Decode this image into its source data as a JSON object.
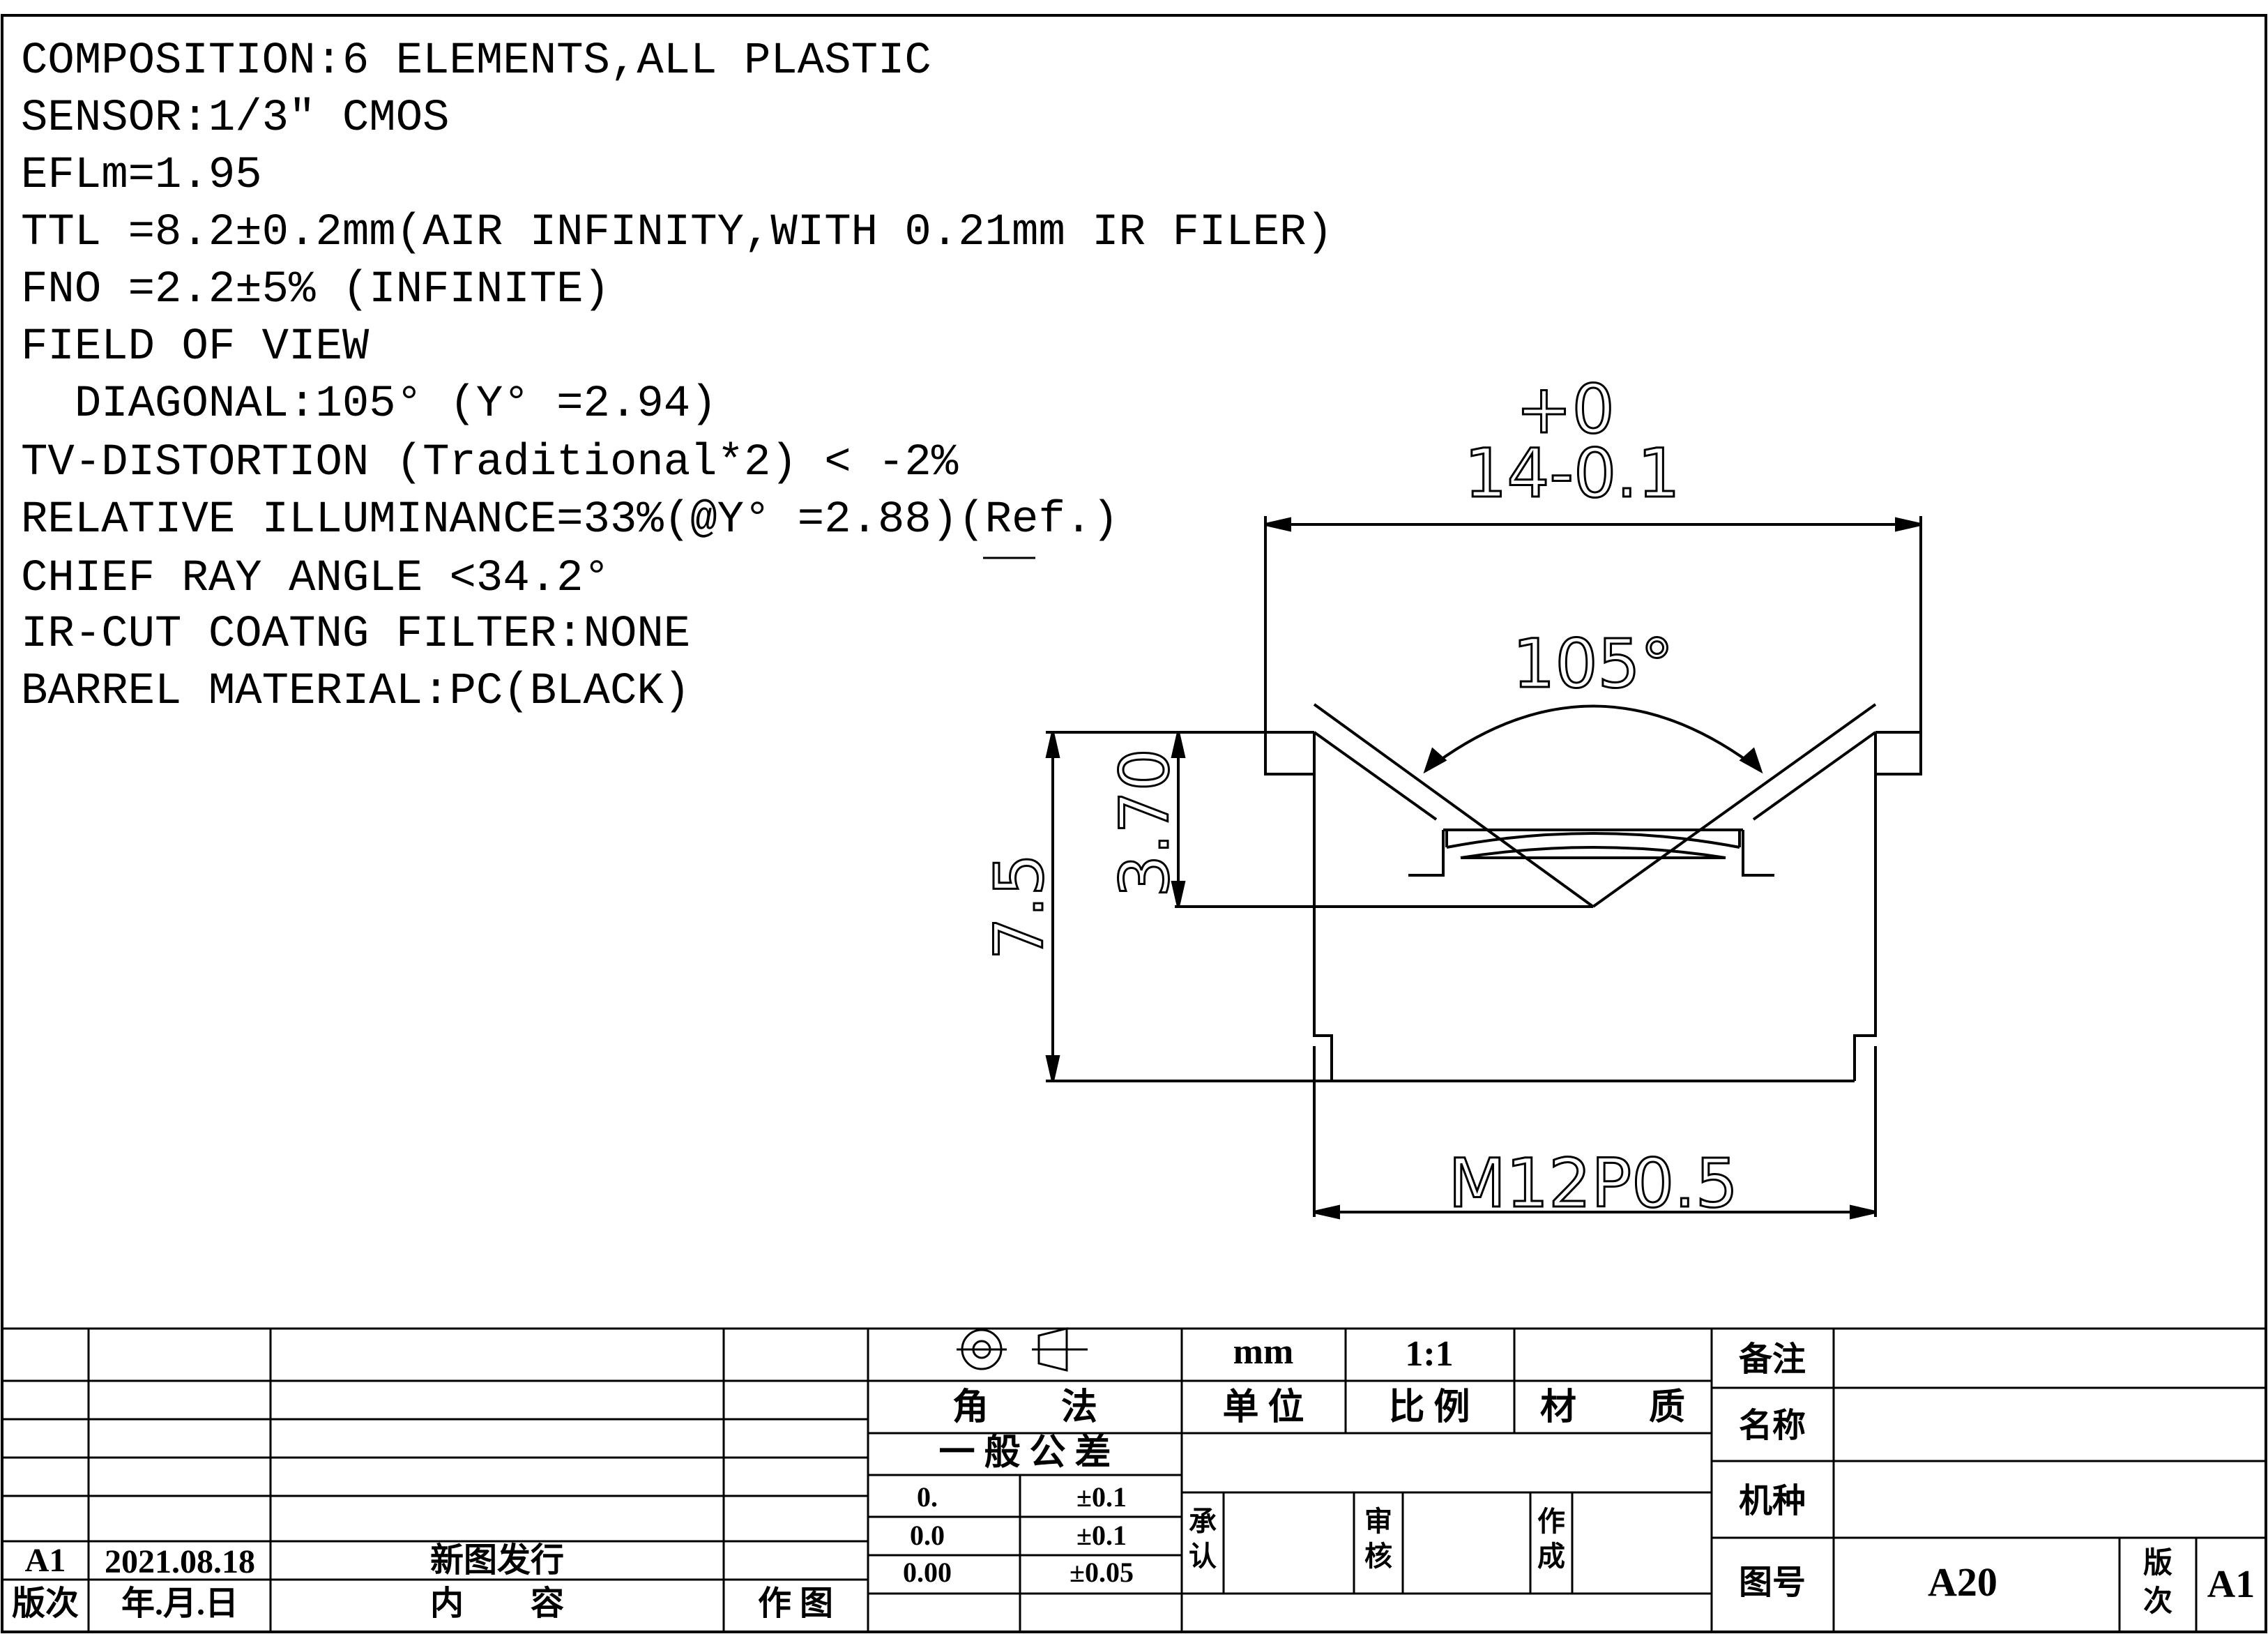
{
  "specs": [
    "COMPOSITION:6 ELEMENTS,ALL PLASTIC",
    "SENSOR:1/3″ CMOS",
    "EFLm=1.95",
    "TTL =8.2±0.2mm(AIR INFINITY,WITH 0.21mm IR FILER)",
    "FNO =2.2±5% (INFINITE)",
    "FIELD OF VIEW",
    "  DIAGONAL:105° (Y° =2.94)",
    "TV-DISTORTION (Traditional*2) < -2%",
    "RELATIVE ILLUMINANCE=33%(@Y° =2.88)(Ref.)",
    "CHIEF RAY ANGLE <34.2°",
    "IR-CUT COATNG FILTER:NONE",
    "BARREL MATERIAL:PC(BLACK)"
  ],
  "dims": {
    "width_tol": "+0",
    "width": "14-0.1",
    "angle": "105°",
    "height_total": "7.5",
    "height_inner": "3.70",
    "thread": "M12P0.5"
  },
  "title_block": {
    "revision_row": {
      "rev": "A1",
      "date": "2021.08.18",
      "content": "新图发行"
    },
    "revision_headers": {
      "rev": "版次",
      "date": "年.月.日",
      "content": "内　　容",
      "drawn": "作 图"
    },
    "projection_label": "角　　法",
    "unit_value": "mm",
    "unit_label": "单 位",
    "scale_value": "1:1",
    "scale_label": "比 例",
    "material_label": "材　　质",
    "tolerance_label": "一 般 公 差",
    "tolerances": [
      {
        "format": "0.",
        "value": "±0.1"
      },
      {
        "format": "0.0",
        "value": "±0.1"
      },
      {
        "format": "0.00",
        "value": "±0.05"
      }
    ],
    "approve_label": [
      "承",
      "认"
    ],
    "review_label": [
      "审",
      "核"
    ],
    "made_label": [
      "作",
      "成"
    ],
    "remark_label": "备注",
    "name_label": "名称",
    "model_label": "机种",
    "drawing_no_label": "图号",
    "drawing_no": "A20",
    "version_label": [
      "版",
      "次"
    ],
    "version": "A1"
  }
}
